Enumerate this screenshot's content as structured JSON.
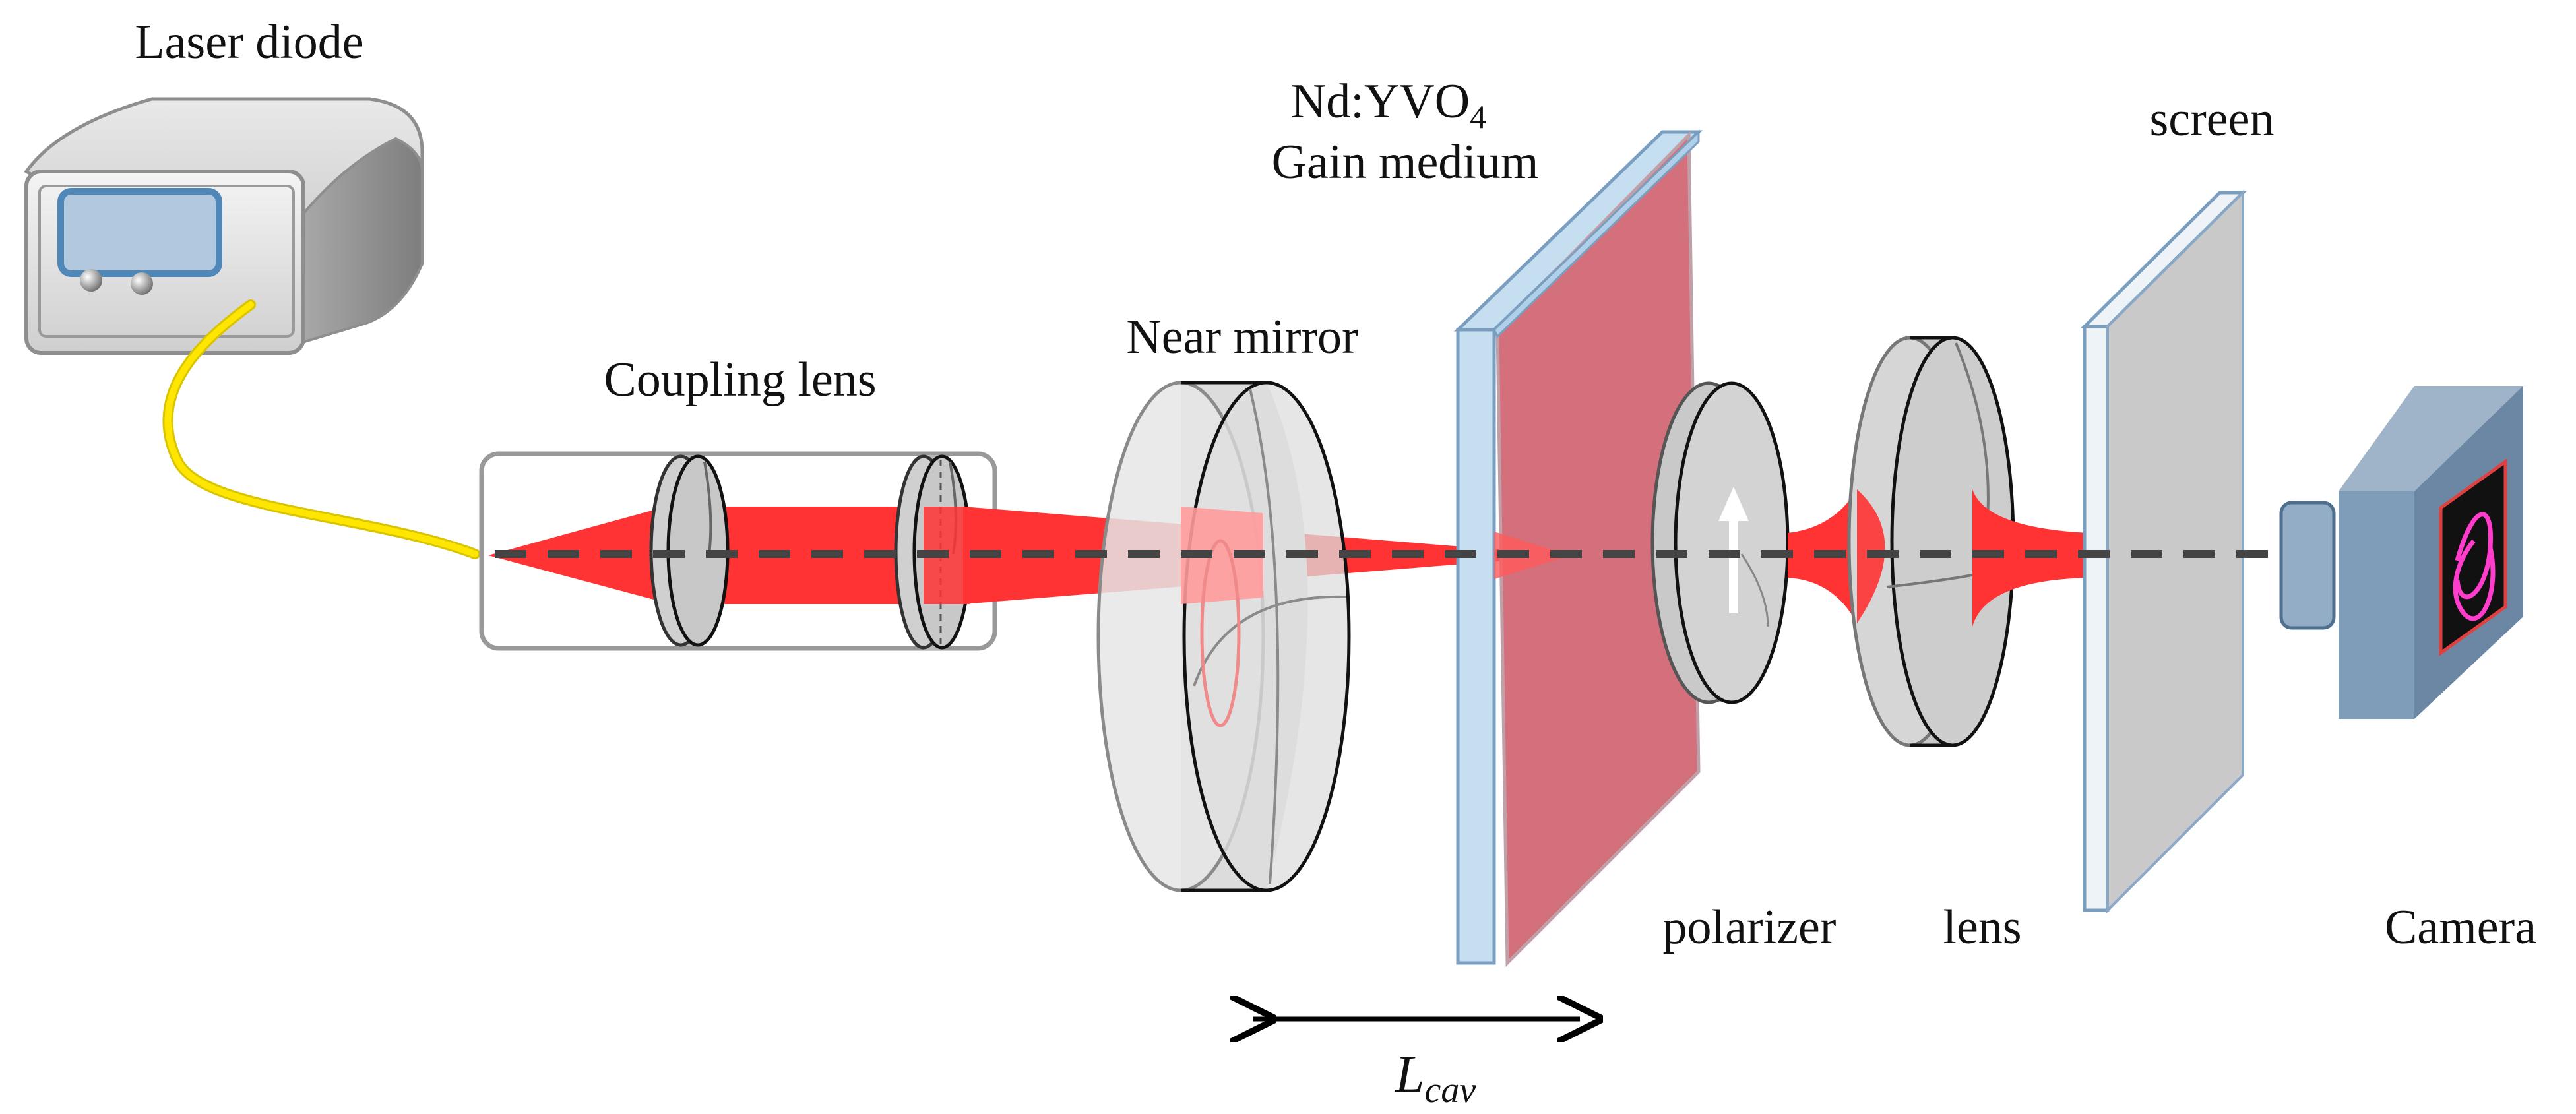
{
  "labels": {
    "laser_diode": "Laser diode",
    "coupling_lens": "Coupling lens",
    "near_mirror": "Near mirror",
    "gain_line1_prefix": "Nd:YVO",
    "gain_line1_subscript": "4",
    "gain_line2": "Gain medium",
    "screen": "screen",
    "polarizer": "polarizer",
    "lens": "lens",
    "camera": "Camera",
    "cavity_symbol": "L",
    "cavity_subscript": "cav"
  },
  "colors": {
    "beam": "#ff2a2a",
    "fiber": "#ffe600",
    "gain_medium": "#d4707c",
    "glass": "#c5def0",
    "camera_body": "#7f9cb8",
    "optic_gray": "#d0d0d0"
  }
}
